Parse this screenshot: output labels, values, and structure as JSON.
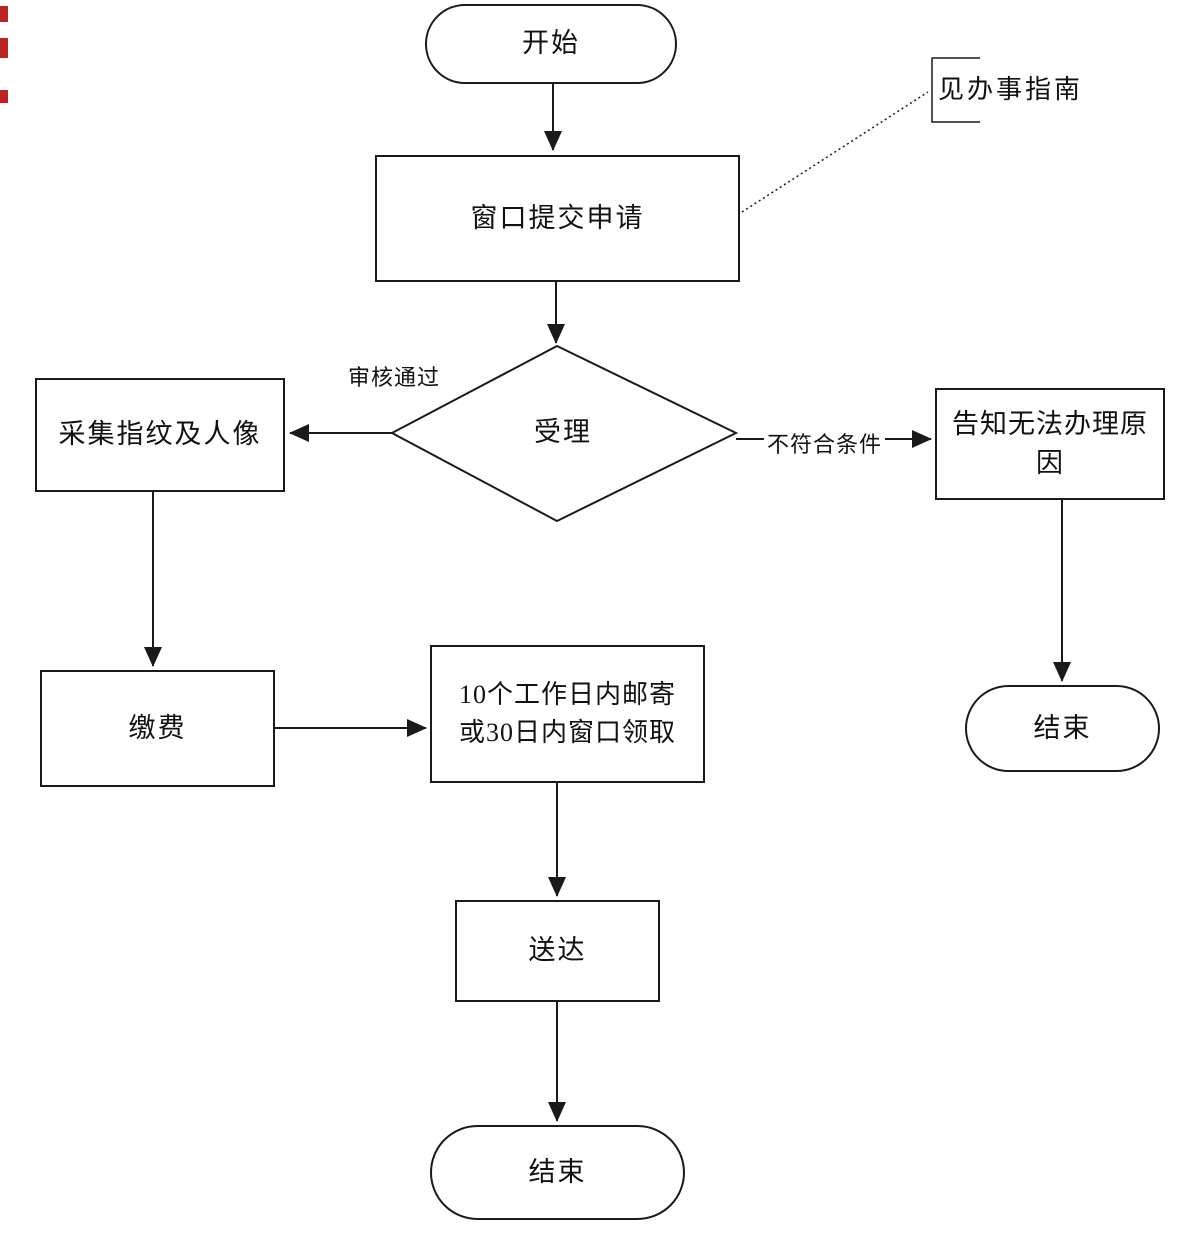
{
  "flowchart": {
    "background": "#ffffff",
    "stroke_color": "#1a1a1a",
    "text_color": "#111111",
    "artifact_color": "#bb2222",
    "nodes": {
      "start": "开始",
      "submit": "窗口提交申请",
      "review": "受理",
      "collect": "采集指纹及人像",
      "inform": "告知无法办理原\n因",
      "pay": "缴费",
      "delivery_option": "10个工作日内邮寄\n或30日内窗口领取",
      "deliver": "送达",
      "end_main": "结束",
      "end_right": "结束"
    },
    "edge_labels": {
      "review_pass": "审核通过",
      "review_fail": "不符合条件",
      "guide_note": "见办事指南"
    }
  }
}
